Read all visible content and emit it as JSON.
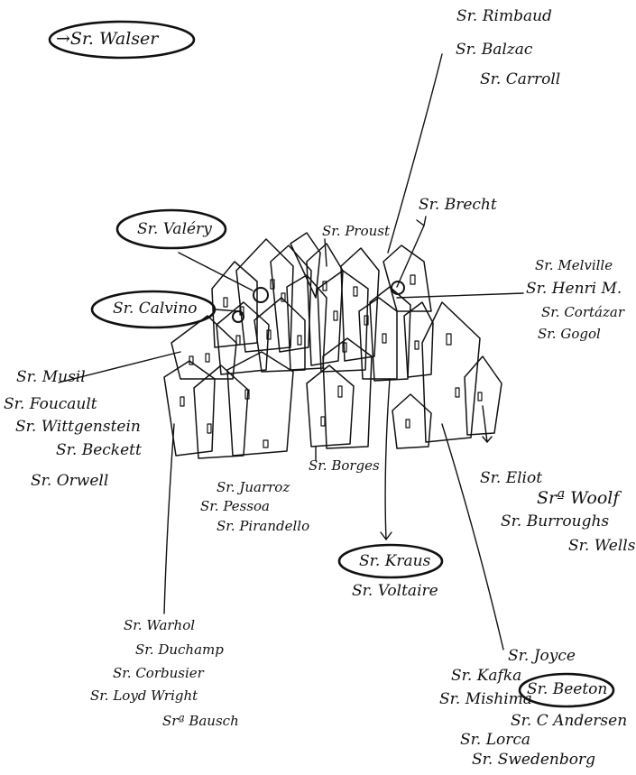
{
  "labels": {
    "walser": "→Sr. Walser",
    "rimbaud": "Sr. Rimbaud",
    "balzac": "Sr. Balzac",
    "carroll": "Sr. Carroll",
    "brecht": "Sr. Brecht",
    "valery": "Sr. Valéry",
    "proust": "Sr. Proust",
    "calvino": "Sr. Calvino",
    "melville": "Sr. Melville",
    "henri_m": "Sr. Henri M.",
    "cortazar": "Sr. Cortázar",
    "gogol": "Sr. Gogol",
    "musil": "Sr. Musil",
    "foucault": "Sr. Foucault",
    "wittgenstein": "Sr. Wittgenstein",
    "beckett": "Sr. Beckett",
    "orwell": "Sr. Orwell",
    "juarroz": "Sr. Juarroz",
    "pessoa": "Sr. Pessoa",
    "pirandello": "Sr. Pirandello",
    "borges": "Sr. Borges",
    "eliot": "Sr. Eliot",
    "woolf": "Srª Woolf",
    "burroughs": "Sr. Burroughs",
    "wells": "Sr. Wells",
    "kraus": "Sr. Kraus",
    "voltaire": "Sr. Voltaire",
    "warhol": "Sr. Warhol",
    "duchamp": "Sr. Duchamp",
    "corbusier": "Sr. Corbusier",
    "lloyd_wright": "Sr. Loyd Wright",
    "bausch": "Srª Bausch",
    "joyce": "Sr. Joyce",
    "kafka": "Sr. Kafka",
    "mishima": "Sr. Mishima",
    "beeton": "Sr. Beeton",
    "andersen": "Sr. C Andersen",
    "lorca": "Sr. Lorca",
    "swedenborg": "Sr. Swedenborg"
  },
  "colors": {
    "ink": "#111111",
    "paper": "#ffffff"
  }
}
